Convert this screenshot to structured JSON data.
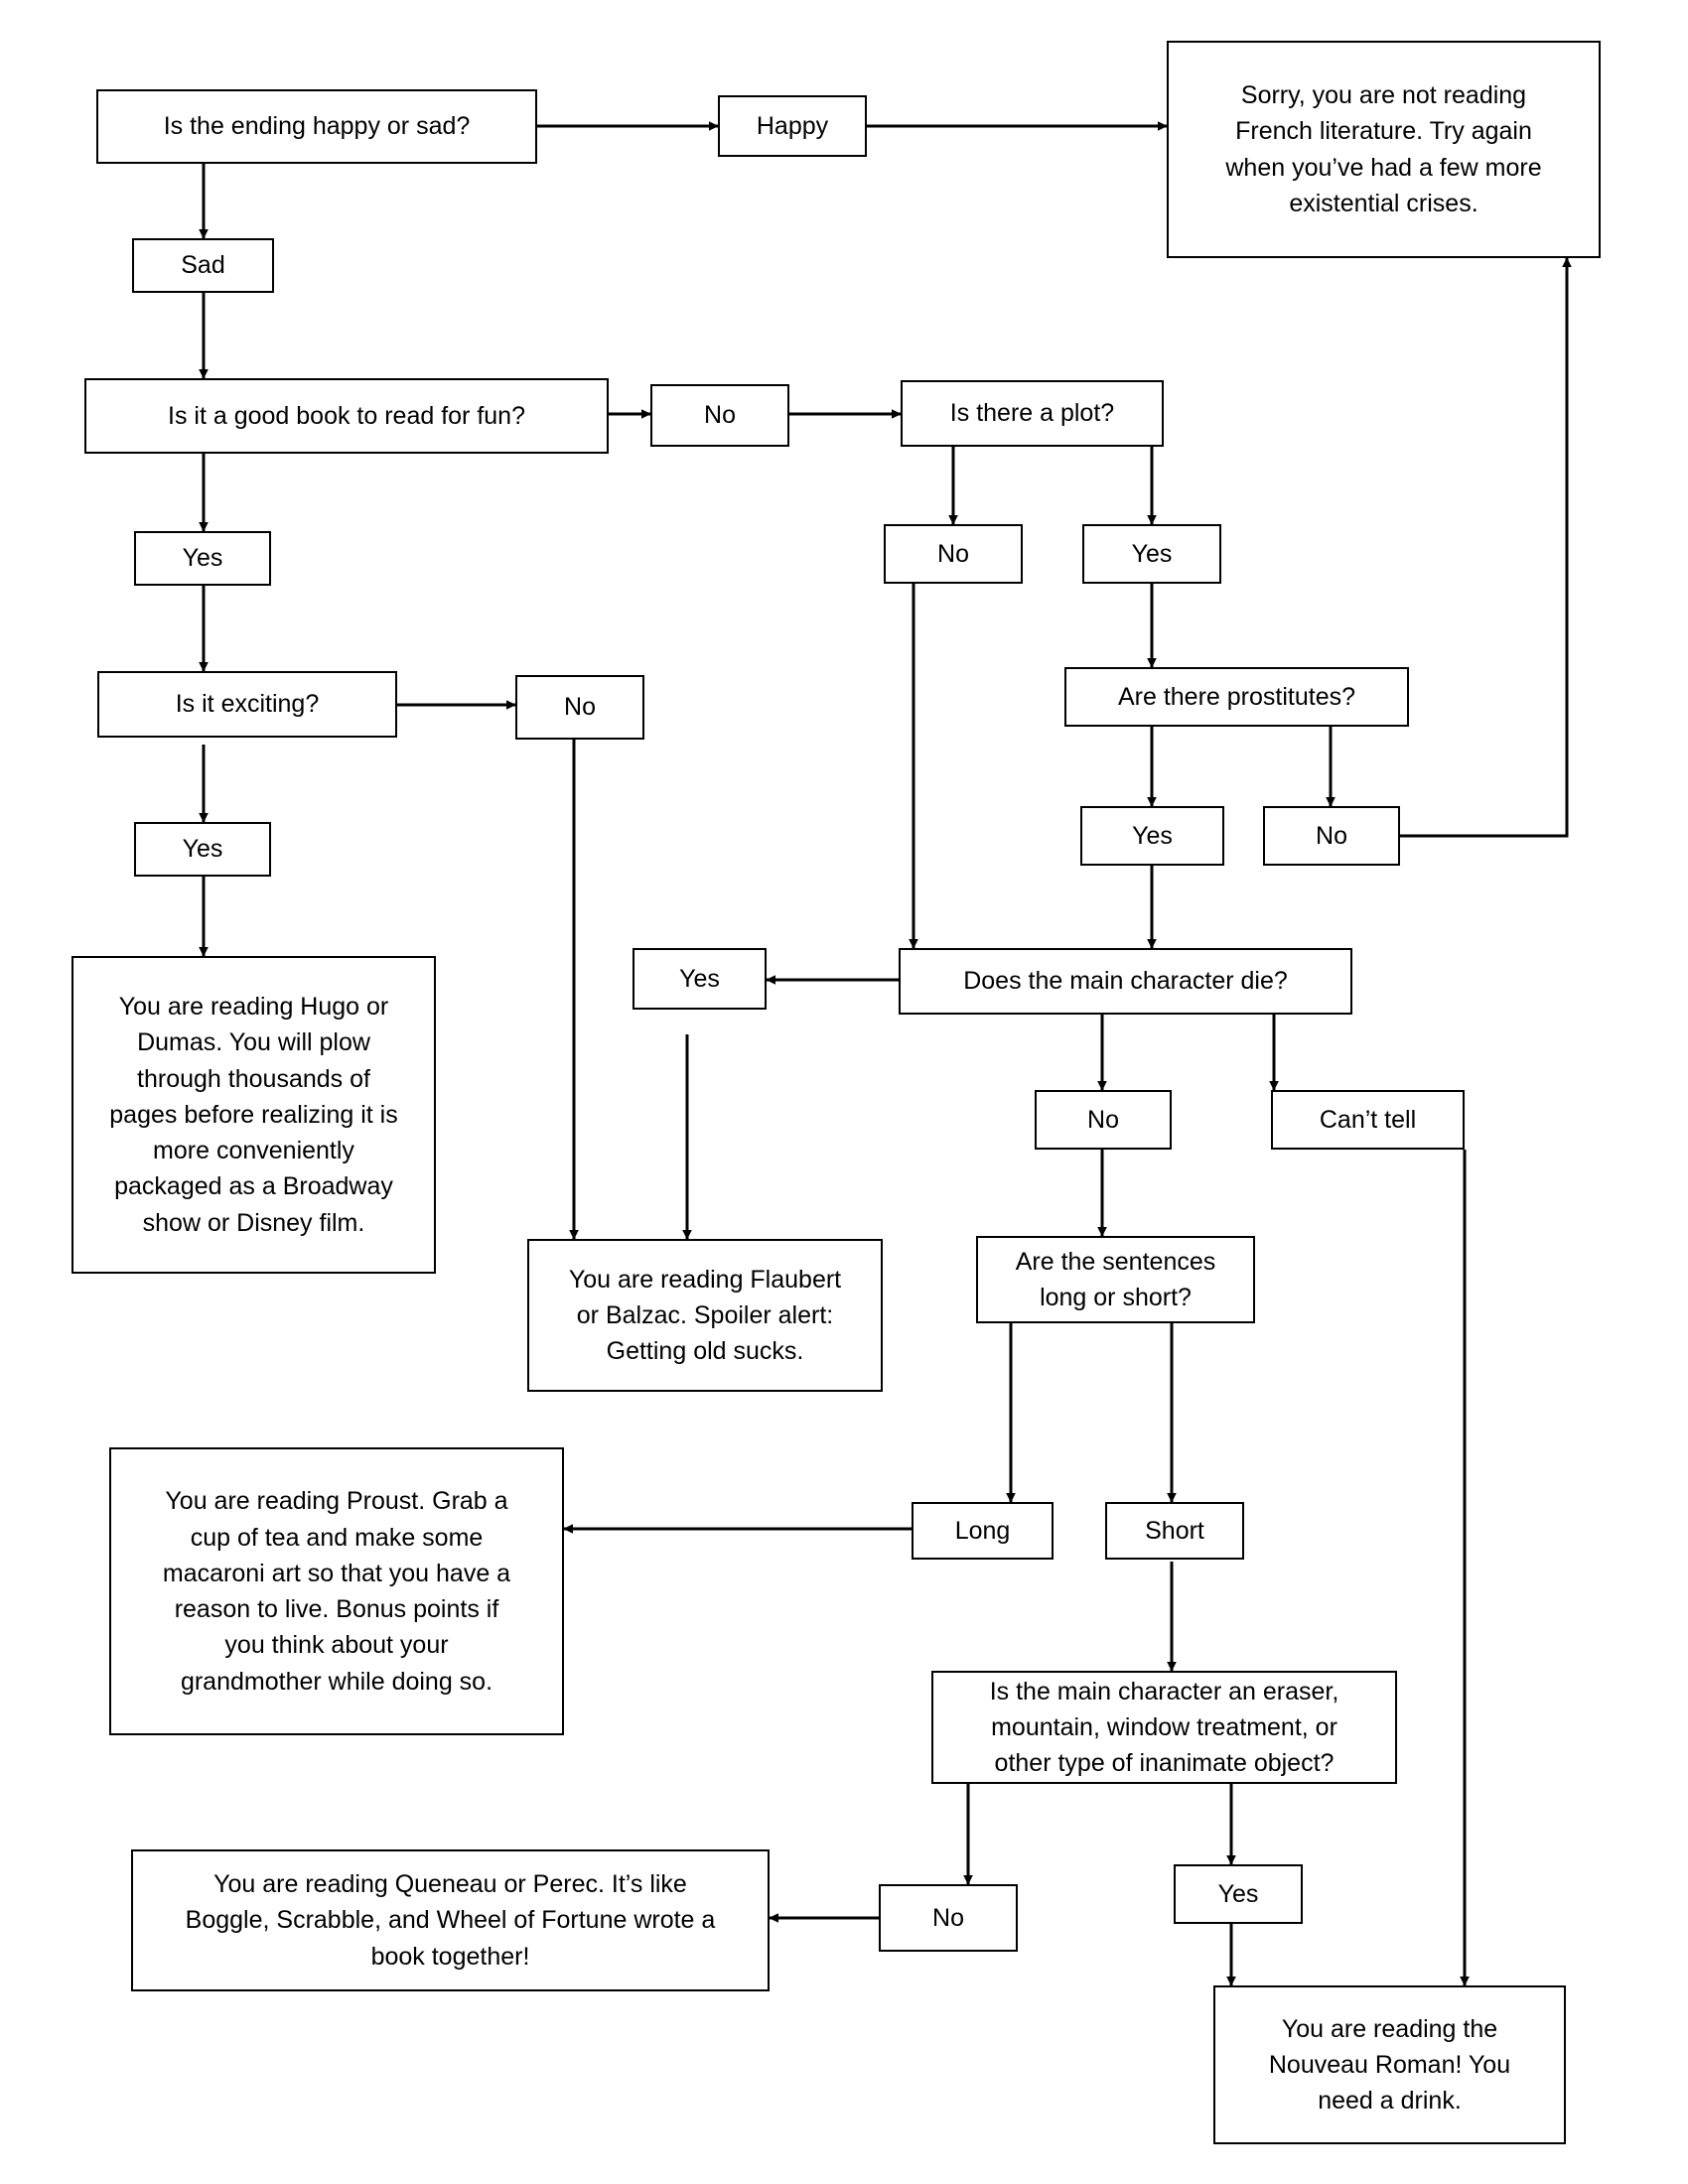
{
  "diagram": {
    "title": "French literature flowchart",
    "stroke_color": "#000000",
    "fill_color": "#ffffff",
    "nodes": {
      "ending_question": "Is the ending happy or sad?",
      "happy": "Happy",
      "sad": "Sad",
      "sorry_french": "Sorry, you are not reading\nFrench literature. Try again\nwhen you’ve had a few more\nexistential crises.",
      "good_book_question": "Is it a good book to read for fun?",
      "good_book_no": "No",
      "good_book_yes": "Yes",
      "plot_question": "Is there a plot?",
      "plot_no": "No",
      "plot_yes": "Yes",
      "exciting_question": "Is it exciting?",
      "exciting_no": "No",
      "exciting_yes": "Yes",
      "prostitutes_question": "Are there prostitutes?",
      "prostitutes_yes": "Yes",
      "prostitutes_no": "No",
      "hugo_dumas": "You are reading Hugo or\nDumas. You will plow\nthrough thousands of\npages before realizing it is\nmore conveniently\npackaged as a Broadway\nshow or Disney film.",
      "die_yes": "Yes",
      "die_question": "Does the main character die?",
      "die_no": "No",
      "die_cant_tell": "Can’t tell",
      "flaubert_balzac": "You are reading Flaubert\nor Balzac. Spoiler alert:\nGetting old sucks.",
      "sentences_question": "Are the sentences\nlong or short?",
      "proust": "You are reading Proust. Grab a\ncup of tea and make some\nmacaroni art so that you have a\nreason to live. Bonus points if\nyou think about your\ngrandmother while doing so.",
      "sentences_long": "Long",
      "sentences_short": "Short",
      "inanimate_question": "Is the main character an eraser,\nmountain, window treatment, or\nother type of inanimate object?",
      "queneau_perec": "You are reading Queneau or Perec. It’s like\nBoggle, Scrabble, and Wheel of Fortune wrote a\nbook together!",
      "inanimate_no": "No",
      "inanimate_yes": "Yes",
      "nouveau_roman": "You are reading the\nNouveau Roman!  You\nneed a drink."
    }
  }
}
